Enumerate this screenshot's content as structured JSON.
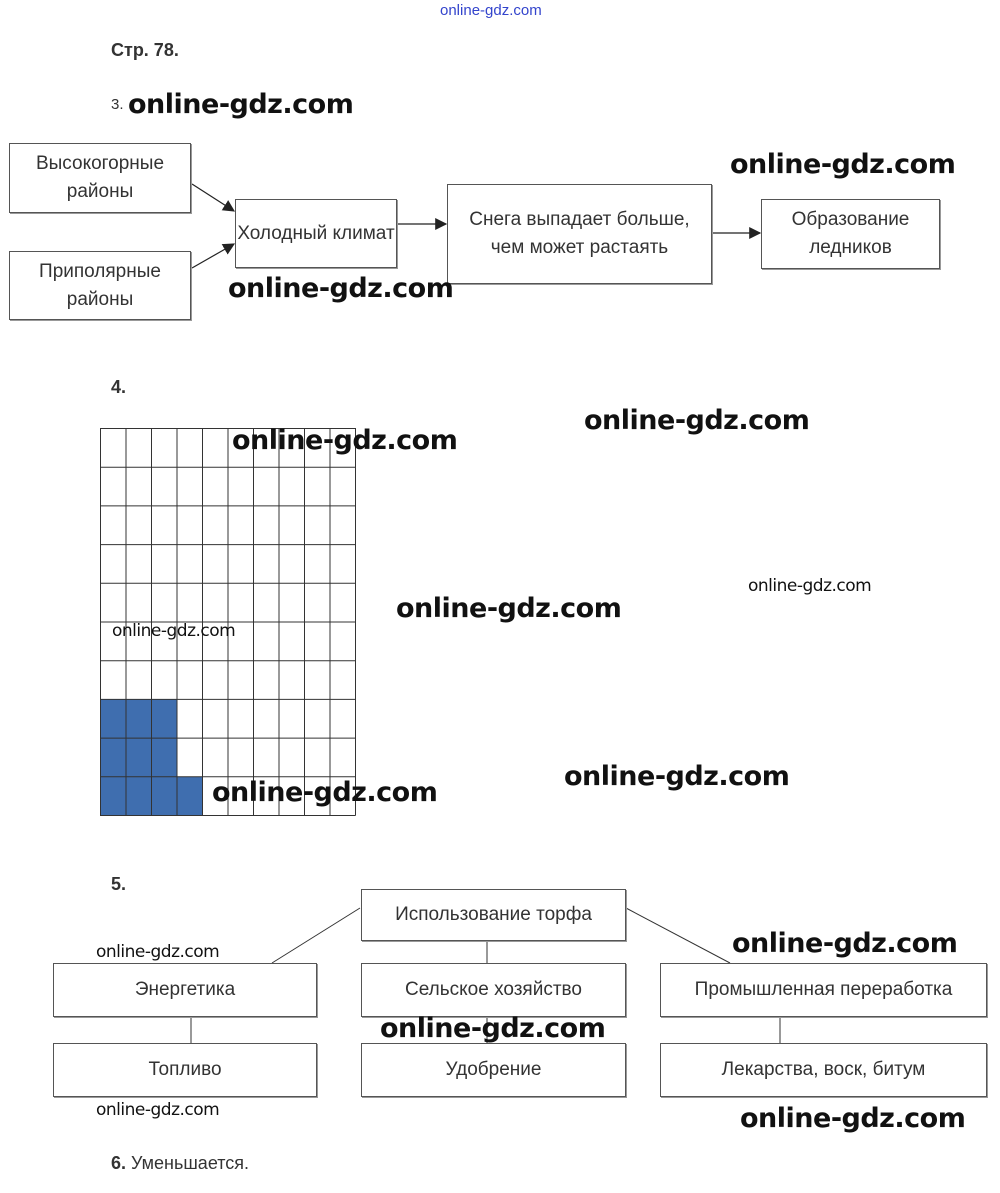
{
  "top_watermark": "online-gdz.com",
  "page_heading": "Стр. 78.",
  "task3": {
    "number": "3.",
    "boxes": {
      "highland": "Высокогорные районы",
      "polar": "Приполярные районы",
      "cold": "Холодный климат",
      "snow": "Снега выпадает больше, чем может растаять",
      "glaciers": "Образование ледников"
    }
  },
  "task4": {
    "number": "4.",
    "grid": {
      "rows": 10,
      "cols": 10,
      "fill_color": "#3f6eaf",
      "filled_cells_per_row_from_bottom": [
        4,
        3,
        3
      ]
    }
  },
  "task5": {
    "number": "5.",
    "root": "Использование торфа",
    "branches": [
      {
        "label": "Энергетика",
        "leaf": "Топливо"
      },
      {
        "label": "Сельское хозяйство",
        "leaf": "Удобрение"
      },
      {
        "label": "Промышленная переработка",
        "leaf": "Лекарства, воск, битум"
      }
    ]
  },
  "task6": {
    "number": "6.",
    "answer": "Уменьшается."
  },
  "watermark": "online-gdz.com"
}
